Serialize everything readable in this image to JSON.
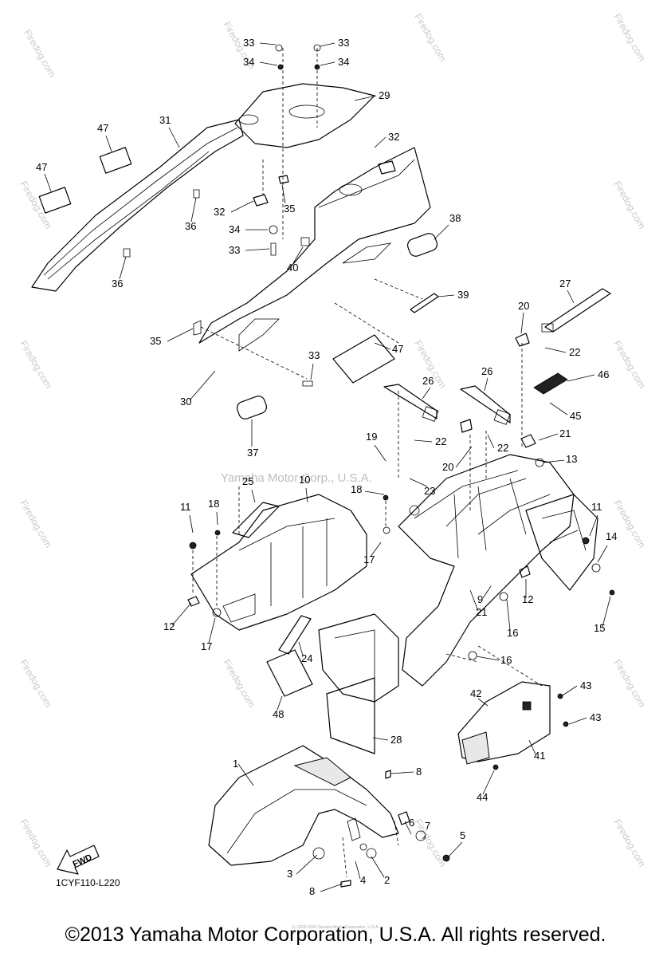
{
  "diagram": {
    "model_code": "1CYF110-L220",
    "watermark_center": "Yamaha Motor Corp., U.S.A.",
    "watermark_site": "Firedog.com",
    "fwd_label": "FWD",
    "copyright": "©2013 Yamaha Motor Corporation, U.S.A. All rights reserved.",
    "tiny_copyright": "(c) 2005-2015 Yamaha Motor Corporation, U.S.A.",
    "callouts": [
      "33",
      "34",
      "33",
      "34",
      "29",
      "31",
      "47",
      "32",
      "47",
      "36",
      "32",
      "35",
      "34",
      "33",
      "40",
      "36",
      "38",
      "39",
      "35",
      "33",
      "47",
      "30",
      "37",
      "27",
      "20",
      "22",
      "46",
      "26",
      "26",
      "45",
      "19",
      "22",
      "21",
      "20",
      "22",
      "13",
      "23",
      "25",
      "10",
      "18",
      "11",
      "18",
      "17",
      "11",
      "14",
      "12",
      "21",
      "9",
      "12",
      "16",
      "15",
      "17",
      "24",
      "16",
      "43",
      "48",
      "42",
      "43",
      "28",
      "41",
      "1",
      "8",
      "44",
      "6",
      "7",
      "5",
      "3",
      "4",
      "2",
      "8"
    ]
  }
}
